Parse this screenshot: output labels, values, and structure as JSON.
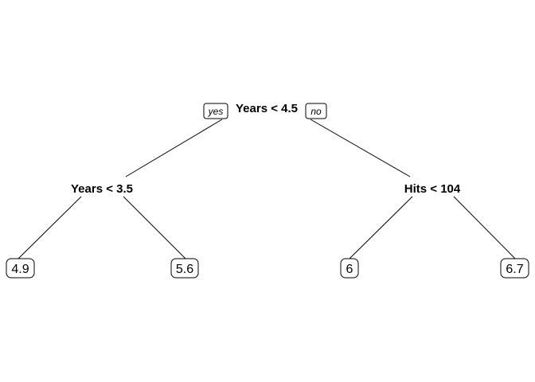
{
  "tree": {
    "branch_labels": {
      "yes": "yes",
      "no": "no"
    },
    "root": {
      "label": "Years < 4.5",
      "left": {
        "label": "Years < 3.5",
        "left": {
          "leaf": "4.9"
        },
        "right": {
          "leaf": "5.6"
        }
      },
      "right": {
        "label": "Hits < 104",
        "left": {
          "leaf": "6"
        },
        "right": {
          "leaf": "6.7"
        }
      }
    }
  }
}
